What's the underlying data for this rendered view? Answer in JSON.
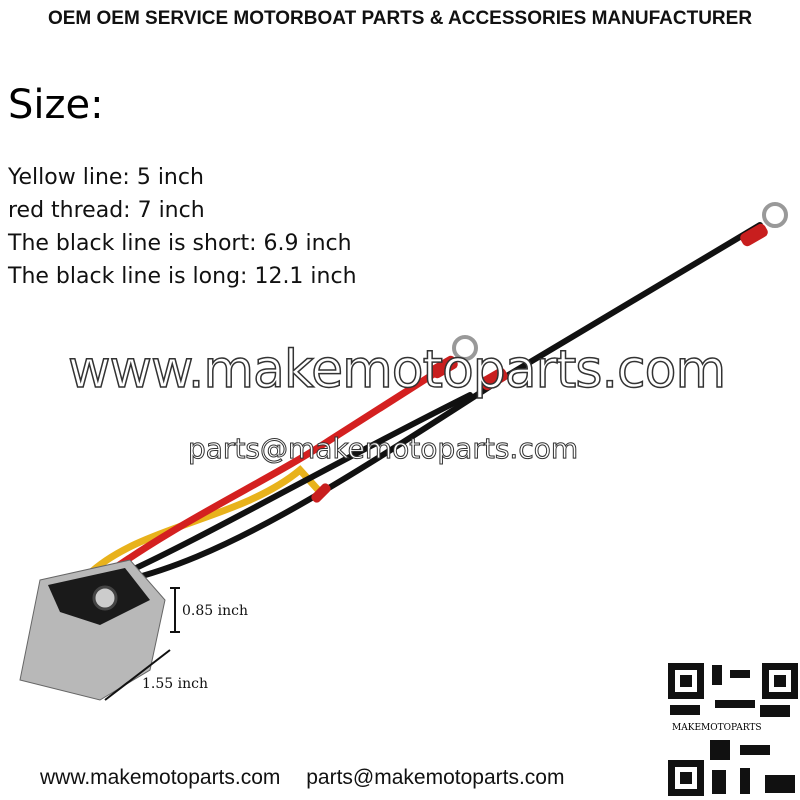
{
  "header": "OEM OEM SERVICE MOTORBOAT PARTS & ACCESSORIES MANUFACTURER",
  "size_title": "Size:",
  "specs": [
    "Yellow line: 5 inch",
    "red thread: 7 inch",
    "The black line is short:  6.9 inch",
    "The black line is long:  12.1 inch"
  ],
  "watermark_url": "www.makemotoparts.com",
  "watermark_email": "parts@makemotoparts.com",
  "dimensions": {
    "height": "0.85 inch",
    "width": "1.55 inch"
  },
  "footer": {
    "url": "www.makemotoparts.com",
    "email": "parts@makemotoparts.com"
  },
  "qr_label": "MAKEMOTOPARTS"
}
